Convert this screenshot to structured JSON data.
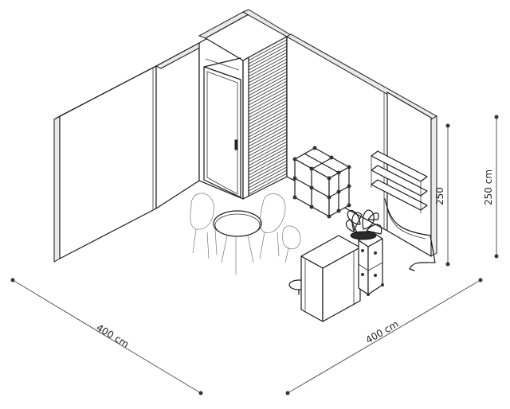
{
  "dimensions": {
    "left_width": "400 cm",
    "right_depth": "400 cm",
    "wall_height": "250 cm",
    "shelf_height": "250"
  }
}
